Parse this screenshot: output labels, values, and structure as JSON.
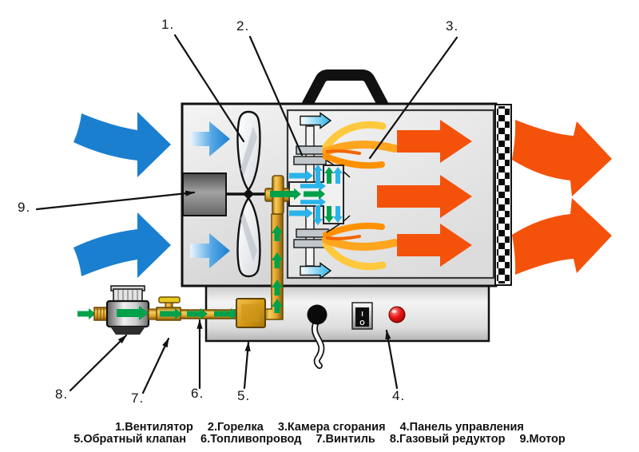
{
  "callouts": [
    "1.",
    "2.",
    "3.",
    "4.",
    "5.",
    "6.",
    "7.",
    "8.",
    "9."
  ],
  "legend": {
    "items": [
      "1.Вентилятор",
      "2.Горелка",
      "3.Камера сгорания",
      "4.Панель управления",
      "5.Обратный клапан",
      "6.Топливопровод",
      "7.Винтиль",
      "8.Газовый редуктор",
      "9.Мотор"
    ]
  },
  "control_panel": {
    "switch_on_label": "I",
    "switch_off_label": "O"
  },
  "colors": {
    "cold_air": "#1b7fd0",
    "warm_mix_air": "#2ab4ea",
    "hot_air": "#f4520b",
    "gas_flow": "#00a14b",
    "fuel_pipe": "#e2a52e",
    "flame": "#ffa51e",
    "power_button": "#d90f0f",
    "body_fill": "#e2e2e2"
  }
}
